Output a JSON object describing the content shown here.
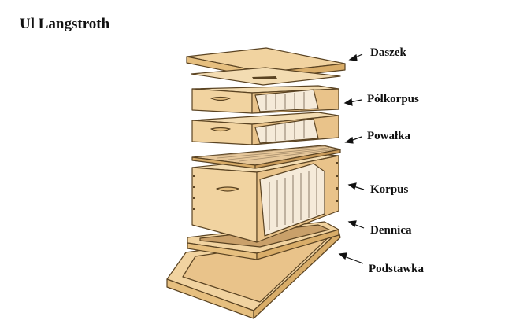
{
  "title": "Ul Langstroth",
  "labels": {
    "daszek": "Daszek",
    "polkorpus": "Półkorpus",
    "powalka": "Powałka",
    "korpus": "Korpus",
    "dennica": "Dennica",
    "podstawka": "Podstawka"
  },
  "colors": {
    "wood": "#f1d3a0",
    "wood_dark": "#e6bf7f",
    "outline": "#5a4322",
    "frame": "#8b7a66"
  }
}
